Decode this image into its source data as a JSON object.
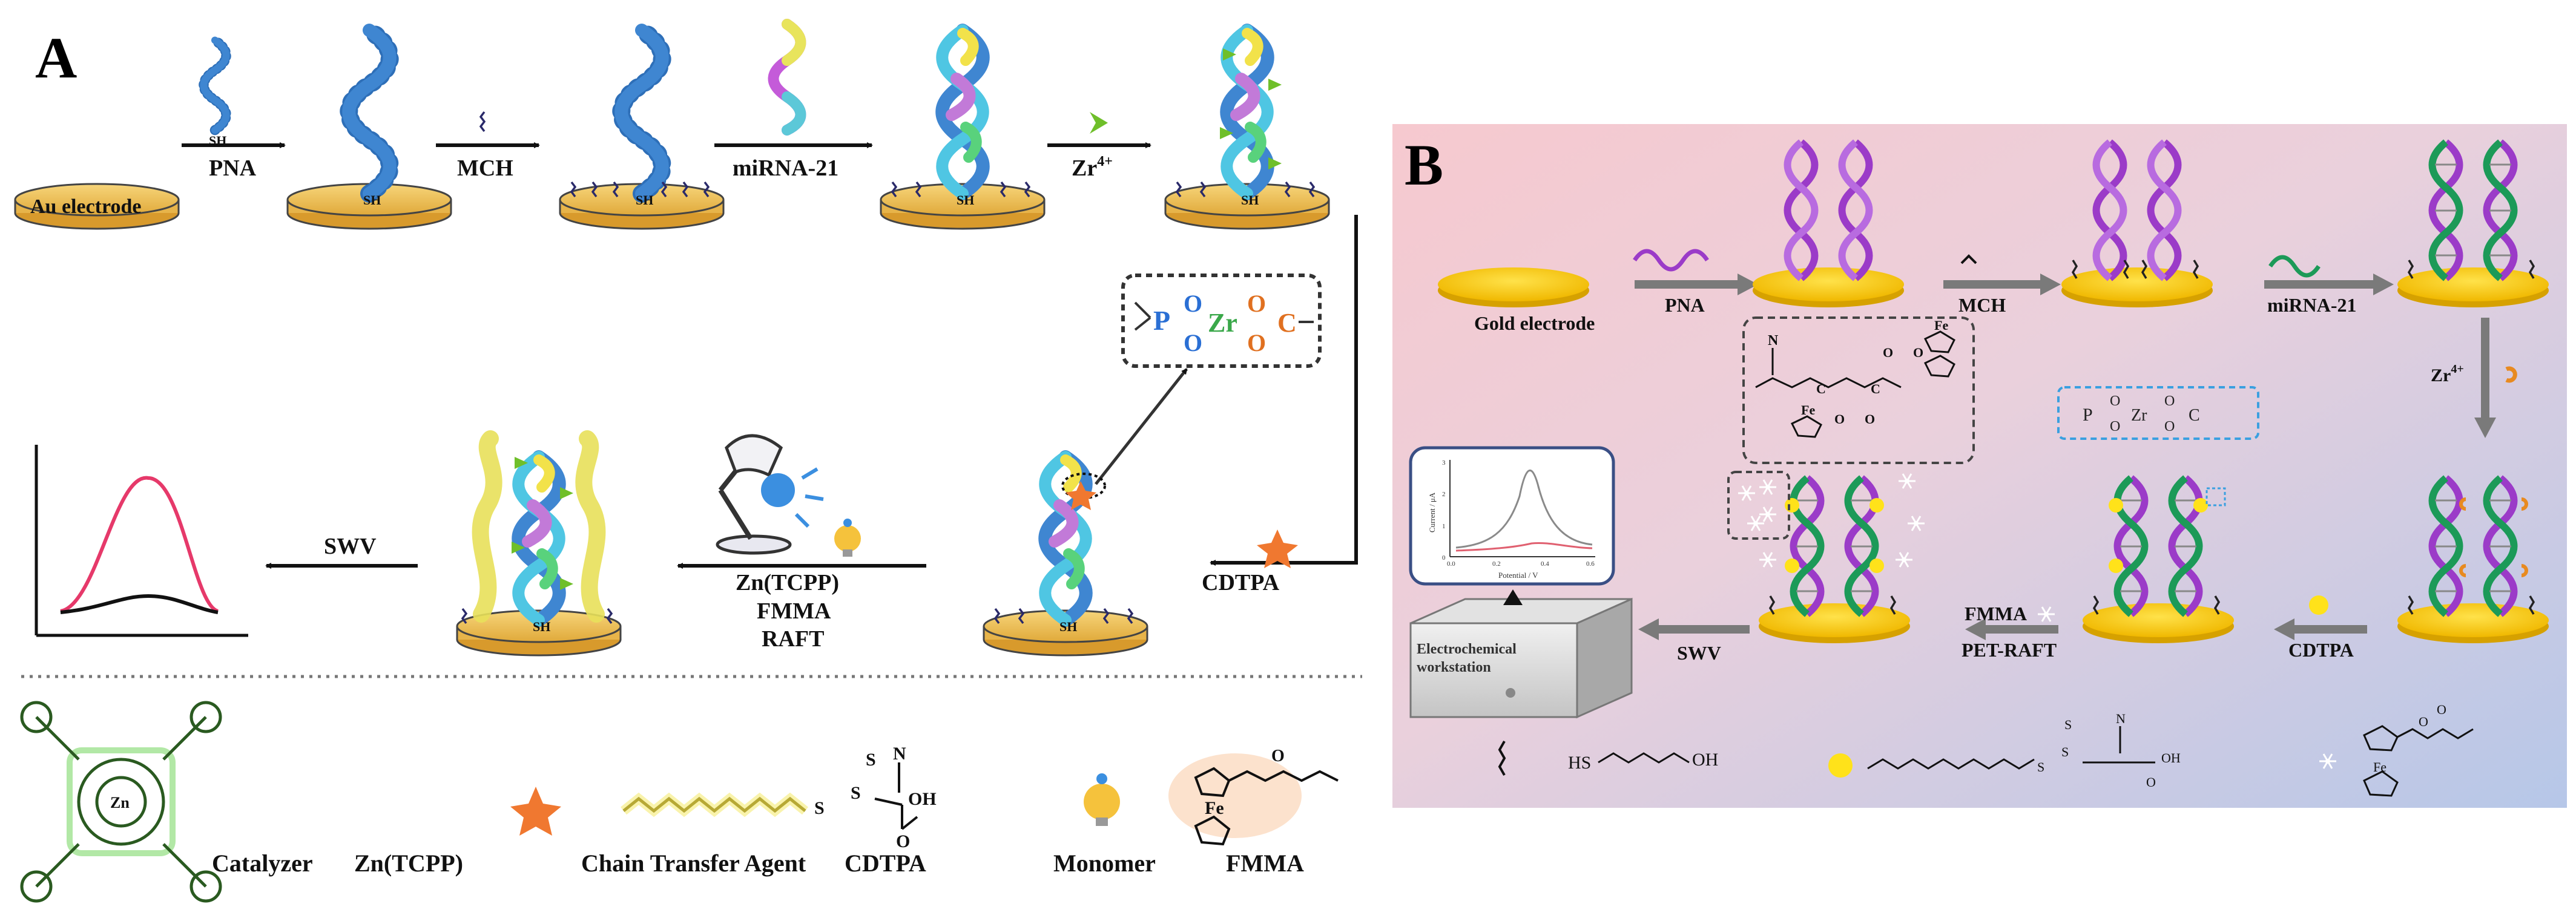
{
  "panel_a": {
    "letter": "A",
    "au_electrode": "Au electrode",
    "sh": "SH",
    "steps": {
      "pna": "PNA",
      "mch": "MCH",
      "mirna": "miRNA-21",
      "zr_base": "Zr",
      "zr_sup": "4+",
      "cdtpa": "CDTPA",
      "swv": "SWV",
      "znt": "Zn(TCPP)",
      "fmma": "FMMA",
      "raft": "RAFT"
    },
    "complex": {
      "p": "P",
      "o1": "O",
      "o2": "O",
      "zr": "Zr",
      "o3": "O",
      "o4": "O",
      "c": "C"
    },
    "legend": {
      "catalyzer": "Catalyzer",
      "catalyzer_name": "Zn(TCPP)",
      "zn": "Zn",
      "cta": "Chain Transfer Agent",
      "cta_name": "CDTPA",
      "monomer": "Monomer",
      "monomer_name": "FMMA",
      "fe": "Fe",
      "n": "N",
      "s": "S",
      "oh": "OH",
      "o": "O"
    }
  },
  "panel_b": {
    "letter": "B",
    "gold_electrode": "Gold electrode",
    "steps": {
      "pna": "PNA",
      "mch": "MCH",
      "mirna": "miRNA-21",
      "zr_base": "Zr",
      "zr_sup": "4+",
      "cdtpa": "CDTPA",
      "fmma": "FMMA",
      "petraft": "PET-RAFT",
      "swv": "SWV"
    },
    "workstation": [
      "Electrochemical",
      "workstation"
    ],
    "inset_chart": {
      "ylabel": "Current / μA",
      "xlabel": "Potential / V",
      "xticks": [
        "0.0",
        "0.2",
        "0.4",
        "0.6"
      ],
      "yticks": [
        "0",
        "1",
        "2",
        "3"
      ]
    },
    "complex": {
      "p": "P",
      "o1": "O",
      "o2": "O",
      "zr": "Zr",
      "o3": "O",
      "o4": "O",
      "c": "C"
    },
    "legend": {
      "hs": "HS",
      "oh": "OH",
      "oh2": "OH",
      "s": "S",
      "n": "N",
      "o": "O",
      "fe": "Fe"
    },
    "polymer": {
      "n": "N",
      "fe": "Fe",
      "c": "C",
      "o": "O"
    }
  }
}
